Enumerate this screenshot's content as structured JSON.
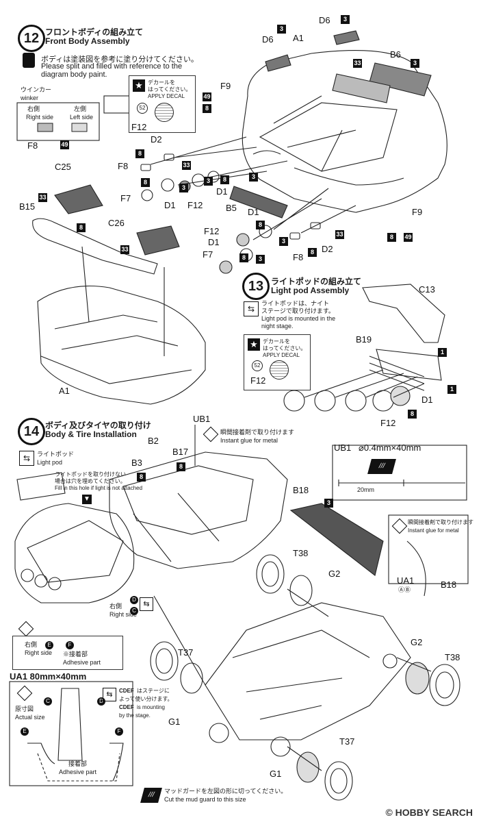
{
  "step12": {
    "number": "12",
    "title_jp": "フロントボディの組み立て",
    "title_en": "Front Body Assembly",
    "paint_note_jp": "ボディは塗装図を参考に塗り分けてください。",
    "paint_note_en1": "Please split and filled with reference to the",
    "paint_note_en2": "diagram body paint.",
    "winker_jp": "ウインカー",
    "winker_en": "winker",
    "right_jp": "右側",
    "right_en": "Right side",
    "left_jp": "左側",
    "left_en": "Left side",
    "decal_jp1": "デカールを",
    "decal_jp2": "はってください。",
    "decal_en": "APPLY DECAL",
    "decal_no": "52",
    "parts": {
      "a1": "A1",
      "b6": "B6",
      "d6": "D6",
      "f9": "F9",
      "f8": "F8",
      "f12": "F12",
      "d2": "D2",
      "c25": "C25",
      "b15": "B15",
      "c26": "C26",
      "f7": "F7",
      "d1": "D1",
      "b5": "B5"
    },
    "colors": {
      "c3": "3",
      "c8": "8",
      "c33": "33",
      "c49": "49"
    }
  },
  "step13": {
    "number": "13",
    "title_jp": "ライトポッドの組み立て",
    "title_en": "Light pod Assembly",
    "note_jp1": "ライトポッドは、ナイト",
    "note_jp2": "ステージで取り付けます。",
    "note_en1": "Light pod is mounted in the",
    "note_en2": "night stage.",
    "decal_jp1": "デカールを",
    "decal_jp2": "はってください。",
    "decal_en": "APPLY DECAL",
    "decal_no": "52",
    "parts": {
      "c13": "C13",
      "b19": "B19",
      "d1": "D1",
      "f12": "F12"
    },
    "colors": {
      "c1": "1",
      "c8": "8"
    }
  },
  "step14": {
    "number": "14",
    "title_jp": "ボディ及びタイヤの取り付け",
    "title_en": "Body & Tire Installation",
    "ub1": "UB1",
    "instant_glue_jp": "瞬間接着剤で取り付けます",
    "instant_glue_en": "Instant glue for metal",
    "lightpod_jp": "ライトポッド",
    "lightpod_en": "Light pod",
    "fill_jp1": "ライトポッドを取り付けない",
    "fill_jp2": "場合は穴を埋めてください。",
    "fill_en1": "Fill in this hole if light is not attached",
    "ub1_spec": "UB1",
    "ub1_dims": "⌀0.4mm×40mm",
    "ub1_len": "20mm",
    "glue2_jp": "瞬間接着剤で取り付けます",
    "glue2_en": "Instant glue for metal",
    "parts": {
      "b2": "B2",
      "b3": "B3",
      "b17": "B17",
      "b18": "B18",
      "t38": "T38",
      "g2": "G2",
      "t37": "T37",
      "g1": "G1",
      "ua1": "UA1",
      "b18b": "B18"
    },
    "ua1_sub": "ⒶⒷ",
    "right_side_jp": "右側",
    "right_side_en": "Right side",
    "side_d": "D",
    "side_c": "C",
    "right_e_jp": "右側",
    "right_e_en": "Right side",
    "adhesive_jp": "※接着部",
    "adhesive_en": "Adhesive part",
    "letter_e": "E",
    "letter_f": "F",
    "colors": {
      "c8": "8",
      "c3": "3"
    }
  },
  "ua1_box": {
    "title": "UA1  80mm×40mm",
    "orig_jp": "原寸図",
    "orig_en": "Actual size",
    "stage_jp1": "はステージに",
    "stage_jp2": "よって使い分けます。",
    "stage_en1": "is mounting",
    "stage_en2": "by the stage.",
    "code1": "CDEF",
    "code2": "CDEF",
    "letter_c": "C",
    "letter_d": "D",
    "letter_e": "E",
    "letter_f": "F",
    "adhesive_jp": "接着部",
    "adhesive_en": "Adhesive part",
    "cut_jp": "マッドガードを左図の形に切ってください。",
    "cut_en": "Cut the mud guard to this size"
  },
  "watermark": "© HOBBY SEARCH"
}
